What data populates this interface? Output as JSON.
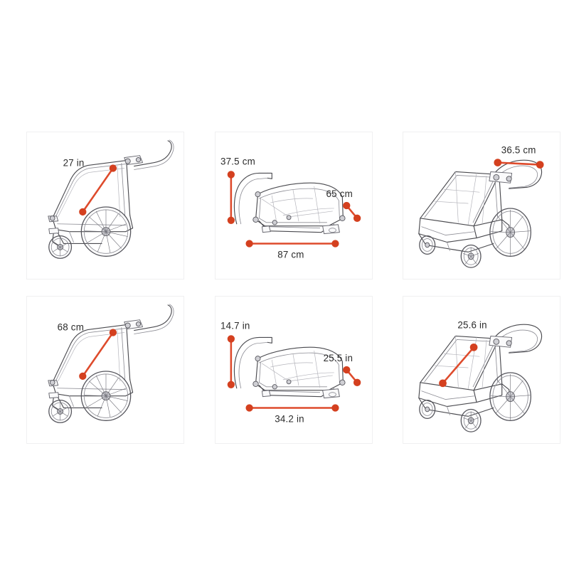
{
  "figure": {
    "type": "product-dimension-diagram",
    "subject": "folding child bike trailer / stroller",
    "layout": {
      "columns": 3,
      "rows": 2
    },
    "accent_color": "#de4b2c",
    "dot_color": "#d4401f",
    "label_color": "#2b2b2b",
    "panel_border_color": "#f0f0f1",
    "background_color": "#ffffff"
  },
  "panels": [
    {
      "id": "panel-top-left",
      "row": 0,
      "column": 0,
      "view": "side-view-open-with-bike-arm",
      "units": "cm-row-metric-equivalent-in",
      "measurements": [
        {
          "name": "interior-diagonal",
          "label": "27 in",
          "orientation": "diagonal",
          "label_position": "upper-left"
        }
      ]
    },
    {
      "id": "panel-top-center",
      "row": 0,
      "column": 1,
      "view": "folded-flat-side-view",
      "measurements": [
        {
          "name": "folded-height",
          "label": "37.5 cm",
          "orientation": "vertical",
          "label_position": "top-left"
        },
        {
          "name": "folded-width",
          "label": "65 cm",
          "orientation": "diagonal",
          "label_position": "right"
        },
        {
          "name": "folded-length",
          "label": "87 cm",
          "orientation": "horizontal",
          "label_position": "bottom-center"
        }
      ]
    },
    {
      "id": "panel-top-right",
      "row": 0,
      "column": 2,
      "view": "three-quarter-view-with-handlebar",
      "measurements": [
        {
          "name": "handlebar-width",
          "label": "36.5 cm",
          "orientation": "horizontal",
          "label_position": "top-right"
        }
      ]
    },
    {
      "id": "panel-bottom-left",
      "row": 1,
      "column": 0,
      "view": "side-view-open-with-bike-arm",
      "measurements": [
        {
          "name": "interior-diagonal",
          "label": "68 cm",
          "orientation": "diagonal",
          "label_position": "upper-left"
        }
      ]
    },
    {
      "id": "panel-bottom-center",
      "row": 1,
      "column": 1,
      "view": "folded-flat-side-view",
      "measurements": [
        {
          "name": "folded-height",
          "label": "14.7 in",
          "orientation": "vertical",
          "label_position": "top-left"
        },
        {
          "name": "folded-width",
          "label": "25.5 in",
          "orientation": "diagonal",
          "label_position": "right"
        },
        {
          "name": "folded-length",
          "label": "34.2 in",
          "orientation": "horizontal",
          "label_position": "bottom-center"
        }
      ]
    },
    {
      "id": "panel-bottom-right",
      "row": 1,
      "column": 2,
      "view": "three-quarter-view-with-canopy",
      "measurements": [
        {
          "name": "canopy-diagonal",
          "label": "25.6 in",
          "orientation": "diagonal",
          "label_position": "top-center"
        }
      ]
    }
  ],
  "labels": {
    "p1_diag": "27 in",
    "p2_height": "37.5 cm",
    "p2_width": "65 cm",
    "p2_length": "87 cm",
    "p3_handle": "36.5 cm",
    "p4_diag": "68 cm",
    "p5_height": "14.7 in",
    "p5_width": "25.5 in",
    "p5_length": "34.2 in",
    "p6_diag": "25.6 in"
  }
}
